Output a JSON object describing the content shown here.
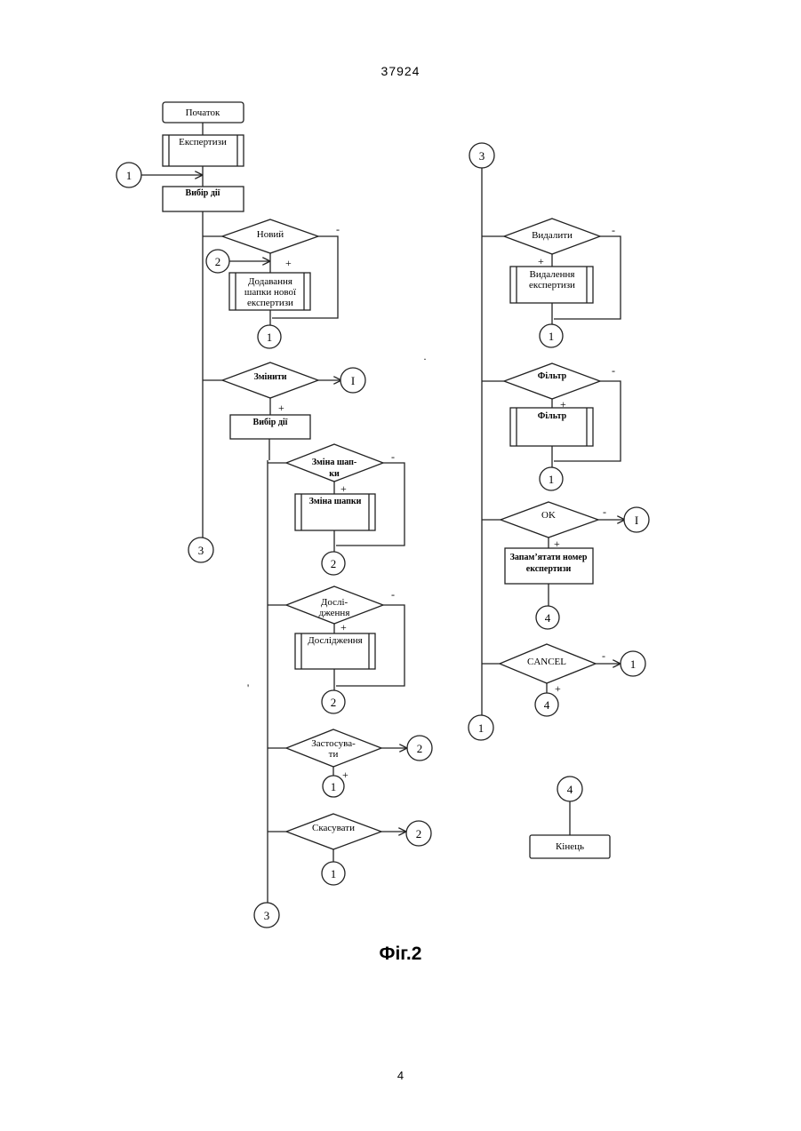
{
  "header": {
    "page_code": "37924"
  },
  "footer": {
    "page_number": "4"
  },
  "figure": {
    "caption": "Фіг.2"
  },
  "blocks": {
    "start": "Початок",
    "expertises": "Експертизи",
    "choose_action_1": "Вибір дії",
    "new": "Новий",
    "add_header": [
      "Додавання",
      "шапки нової",
      "експертизи"
    ],
    "change": "Змінити",
    "choose_action_2": "Вибір дії",
    "change_header_cond": [
      "Зміна шап-",
      "ки"
    ],
    "change_header_proc": "Зміна шапки",
    "research_cond": [
      "Дослі-",
      "дження"
    ],
    "research_proc": "Дослідження",
    "apply_cond": [
      "Застосува-",
      "ти"
    ],
    "cancel_ua": "Скасувати",
    "delete_cond": "Видалити",
    "delete_proc": [
      "Видалення",
      "експертизи"
    ],
    "filter_cond": "Фільтр",
    "filter_proc": "Фільтр",
    "ok": "OK",
    "remember": [
      "Запам’ятати номер",
      "експертизи"
    ],
    "cancel_en": "CANCEL",
    "end": "Кінець"
  },
  "connectors": {
    "c1_in": "1",
    "c2_in": "2",
    "c1_new": "1",
    "c1_change": "I",
    "c3_left": "3",
    "c2_change_header": "2",
    "c2_research": "2",
    "c2_apply": "2",
    "c1_apply": "1",
    "c2_cancel": "2",
    "c1_cancel": "1",
    "c3_bottom": "3",
    "c3_top_right": "3",
    "c1_delete": "1",
    "c1_filter": "1",
    "c1_ok": "I",
    "c4_ok": "4",
    "c1_cancel_en": "1",
    "c4_cancel_en": "4",
    "c1_right_bottom": "1",
    "c4_end": "4"
  },
  "signs": {
    "plus": "+",
    "minus": "-"
  },
  "marks": {
    "dot": "·",
    "tick": "'"
  }
}
